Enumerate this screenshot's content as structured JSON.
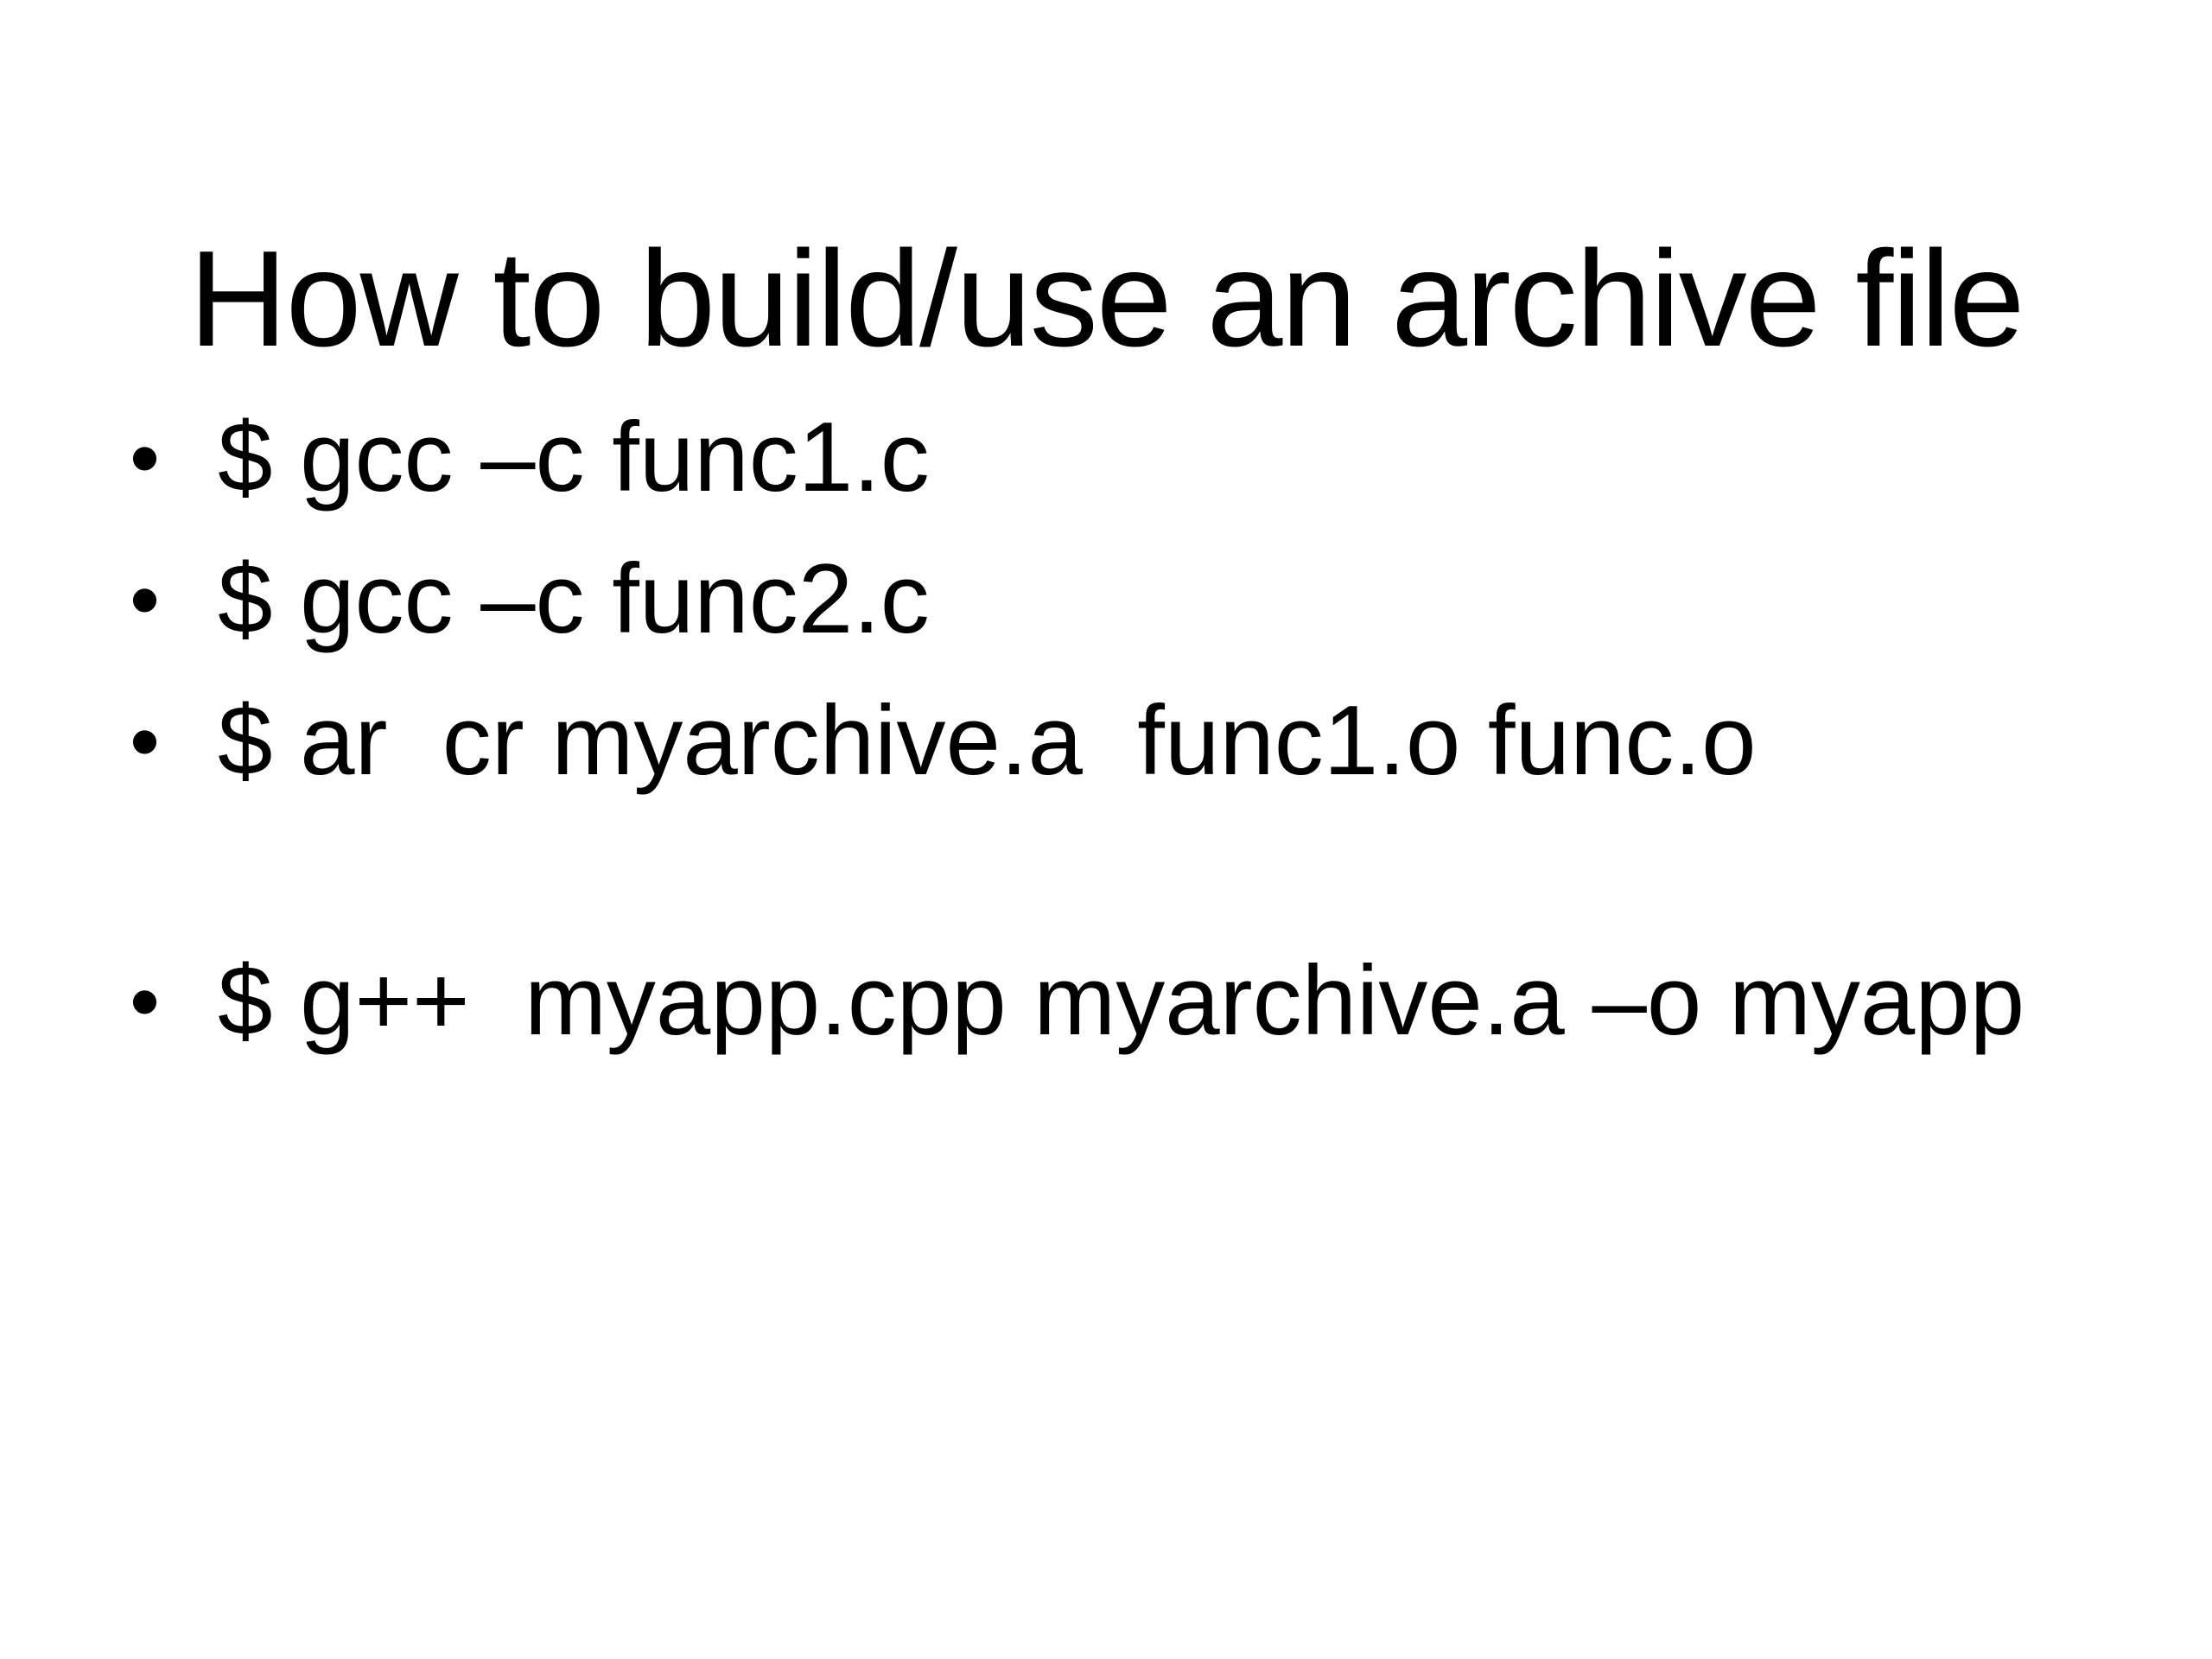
{
  "slide": {
    "title": "How to build/use an archive file",
    "bullet_char": "•",
    "bullets": [
      "$ gcc –c func1.c",
      "$ gcc –c func2.c",
      "$ ar  cr myarchive.a  func1.o func.o",
      "$ g++  myapp.cpp myarchive.a –o myapp"
    ],
    "colors": {
      "background": "#ffffff",
      "text": "#000000"
    }
  }
}
